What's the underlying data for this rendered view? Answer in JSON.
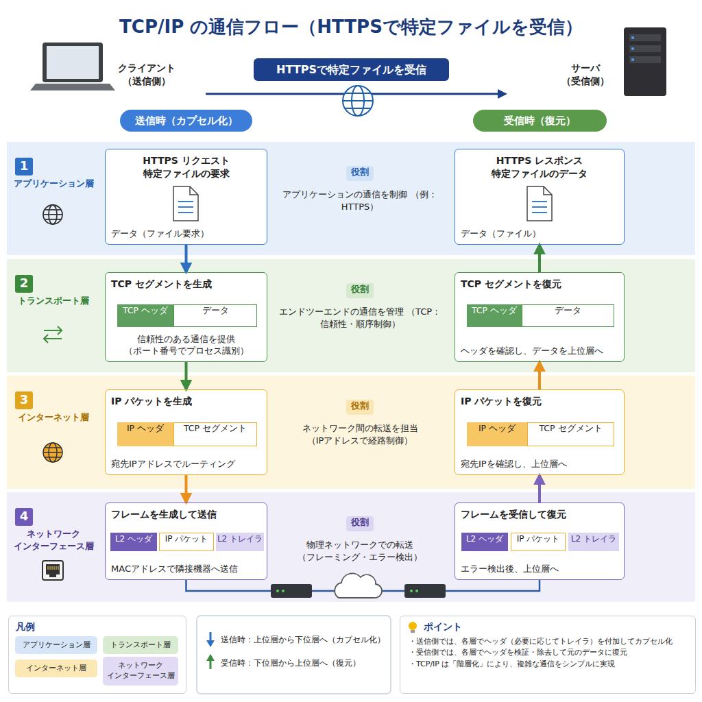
{
  "diagram": {
    "title": "TCP/IP の通信フロー（HTTPSで特定ファイルを受信）",
    "nodes": [
      {
        "text": [
          "HTTPSで特定ファイルを受信"
        ]
      },
      {
        "text": [
          "送信時（カプセル化）"
        ]
      },
      {
        "text": [
          "受信時（復元）"
        ]
      },
      {
        "text": [
          "アプリケーション層",
          "アプリケーションの通信を制御 （例：HTTPS）"
        ]
      },
      {
        "text": [
          "1"
        ],
        "in": 3
      },
      {
        "text": [
          "HTTPS リクエスト 特定ファイルの要求",
          "データ（ファイル要求）"
        ],
        "in": 3
      },
      {
        "text": [
          "役割"
        ],
        "in": 3
      },
      {
        "text": [
          "HTTPS レスポンス 特定ファイルのデータ",
          "データ（ファイル）"
        ],
        "in": 3
      },
      {
        "text": [
          "トランスポート層",
          "エンドツーエンドの通信を管理 （TCP：信頼性・順序制御）"
        ]
      },
      {
        "text": [
          "2"
        ],
        "in": 8
      },
      {
        "text": [
          "TCP セグメントを生成",
          "信頼性のある通信を提供 （ポート番号でプロセス識別）"
        ],
        "in": 8
      },
      {
        "text": [
          "TCP ヘッダ"
        ],
        "in": 10
      },
      {
        "text": [
          "データ"
        ],
        "in": 10
      },
      {
        "text": [
          "役割"
        ],
        "in": 8
      },
      {
        "text": [
          "TCP セグメントを復元",
          "ヘッダを確認し、データを上位層へ"
        ],
        "in": 8
      },
      {
        "text": [
          "TCP ヘッダ"
        ],
        "in": 14
      },
      {
        "text": [
          "データ"
        ],
        "in": 14
      },
      {
        "text": [
          "インターネット層",
          "ネットワーク間の転送を担当 （IPアドレスで経路制御）"
        ]
      },
      {
        "text": [
          "3"
        ],
        "in": 17
      },
      {
        "text": [
          "IP パケットを生成",
          "宛先IPアドレスでルーティング"
        ],
        "in": 17
      },
      {
        "text": [
          "IP ヘッダ"
        ],
        "in": 19
      },
      {
        "text": [
          "TCP セグメント"
        ],
        "in": 19
      },
      {
        "text": [
          "役割"
        ],
        "in": 17
      },
      {
        "text": [
          "IP パケットを復元",
          "宛先IPを確認し、上位層へ"
        ],
        "in": 17
      },
      {
        "text": [
          "IP ヘッダ"
        ],
        "in": 23
      },
      {
        "text": [
          "TCP セグメント"
        ],
        "in": 23
      },
      {
        "text": [
          "ネットワーク インターフェース層",
          "物理ネットワークでの転送 （フレーミング・エラー検出）"
        ]
      },
      {
        "text": [
          "4"
        ],
        "in": 26
      },
      {
        "text": [
          "フレームを生成して送信",
          "MACアドレスで隣接機器へ送信"
        ],
        "in": 26
      },
      {
        "text": [
          "L2 ヘッダ"
        ],
        "in": 28
      },
      {
        "text": [
          "IP パケット"
        ],
        "in": 28
      },
      {
        "text": [
          "L2 トレイラ"
        ],
        "in": 28
      },
      {
        "text": [
          "役割"
        ],
        "in": 26
      },
      {
        "text": [
          "フレームを受信して復元",
          "エラー検出後、上位層へ"
        ],
        "in": 26
      },
      {
        "text": [
          "L2 ヘッダ"
        ],
        "in": 33
      },
      {
        "text": [
          "IP パケット"
        ],
        "in": 33
      },
      {
        "text": [
          "L2 トレイラ"
        ],
        "in": 33
      },
      {
        "text": [
          "凡例"
        ]
      },
      {
        "text": [
          "ポイント",
          "・送信側では、各層でヘッダ（必要に応じてトレイラ）を付加してカプセル化",
          "・受信側では、各層でヘッダを検証・除去して元のデータに復元",
          "・TCP/IP は「階層化」により、複雑な通信をシンプルに実現"
        ]
      }
    ],
    "edges": [
      {
        "from": 5,
        "to": 10,
        "arrow": "to"
      },
      {
        "from": 10,
        "to": 19,
        "arrow": "to"
      },
      {
        "from": 19,
        "to": 28,
        "arrow": "to"
      },
      {
        "from": 33,
        "to": 23,
        "arrow": "to"
      },
      {
        "from": 23,
        "to": 14,
        "arrow": "to"
      },
      {
        "from": 14,
        "to": 7,
        "arrow": "to"
      },
      {
        "from": 28,
        "to": 33,
        "arrow": "none"
      }
    ],
    "labels": [
      "クライアント （送信側）",
      "サーバ （受信側）"
    ],
    "legend": [
      {
        "text": "アプリケーション層",
        "color": "#d6e6f8"
      },
      {
        "text": "トランスポート層",
        "color": "#d9ecd2"
      },
      {
        "text": "インターネット層",
        "color": "#fbe8b5"
      },
      {
        "text": "ネットワーク インターフェース層",
        "color": "#e1dbf5"
      },
      {
        "text": "送信時：上位層から下位層へ（カプセル化）"
      },
      {
        "text": "受信時：下位層から上位層へ（復元）"
      }
    ]
  }
}
